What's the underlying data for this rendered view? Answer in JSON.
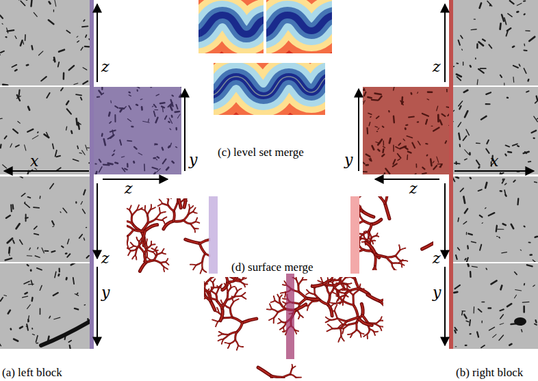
{
  "diagram": {
    "labels": [
      "z",
      "z",
      "(c) level set merge",
      "y",
      "y",
      "x",
      "x",
      "z",
      "z",
      "(d) surface merge",
      "z",
      "z",
      "y",
      "y",
      "(a) left block",
      "(b) right block"
    ]
  }
}
